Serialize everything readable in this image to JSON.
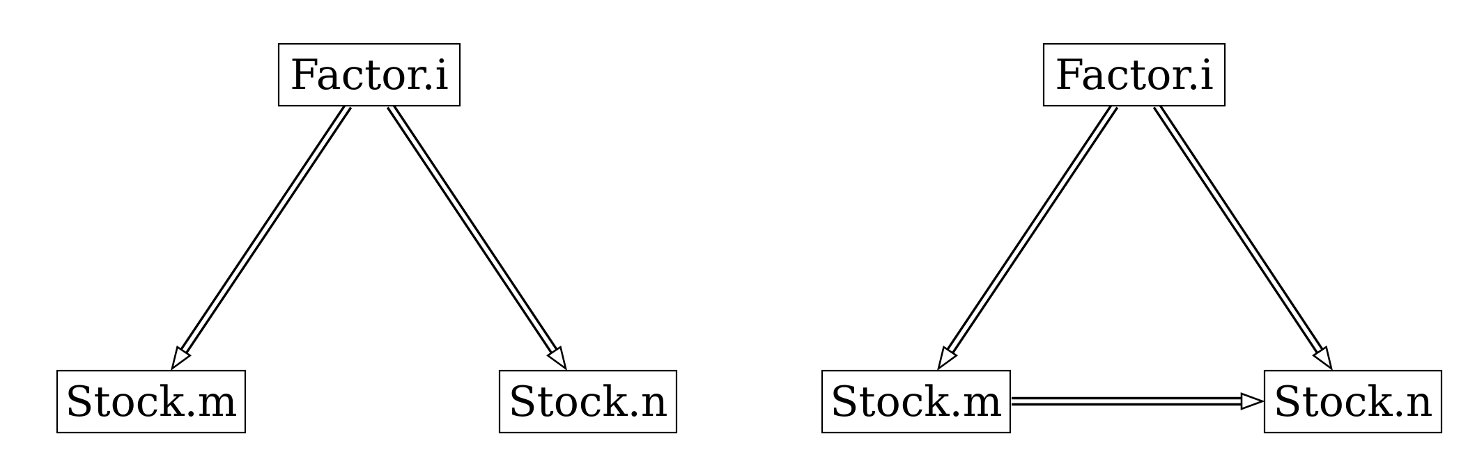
{
  "diagrams": [
    {
      "id": "left",
      "nodes": [
        {
          "id": "factor",
          "label": "Factor.i"
        },
        {
          "id": "stock_m",
          "label": "Stock.m"
        },
        {
          "id": "stock_n",
          "label": "Stock.n"
        }
      ],
      "edges": [
        {
          "from": "factor",
          "to": "stock_m"
        },
        {
          "from": "factor",
          "to": "stock_n"
        }
      ]
    },
    {
      "id": "right",
      "nodes": [
        {
          "id": "factor",
          "label": "Factor.i"
        },
        {
          "id": "stock_m",
          "label": "Stock.m"
        },
        {
          "id": "stock_n",
          "label": "Stock.n"
        }
      ],
      "edges": [
        {
          "from": "factor",
          "to": "stock_m"
        },
        {
          "from": "factor",
          "to": "stock_n"
        },
        {
          "from": "stock_m",
          "to": "stock_n"
        }
      ]
    }
  ]
}
